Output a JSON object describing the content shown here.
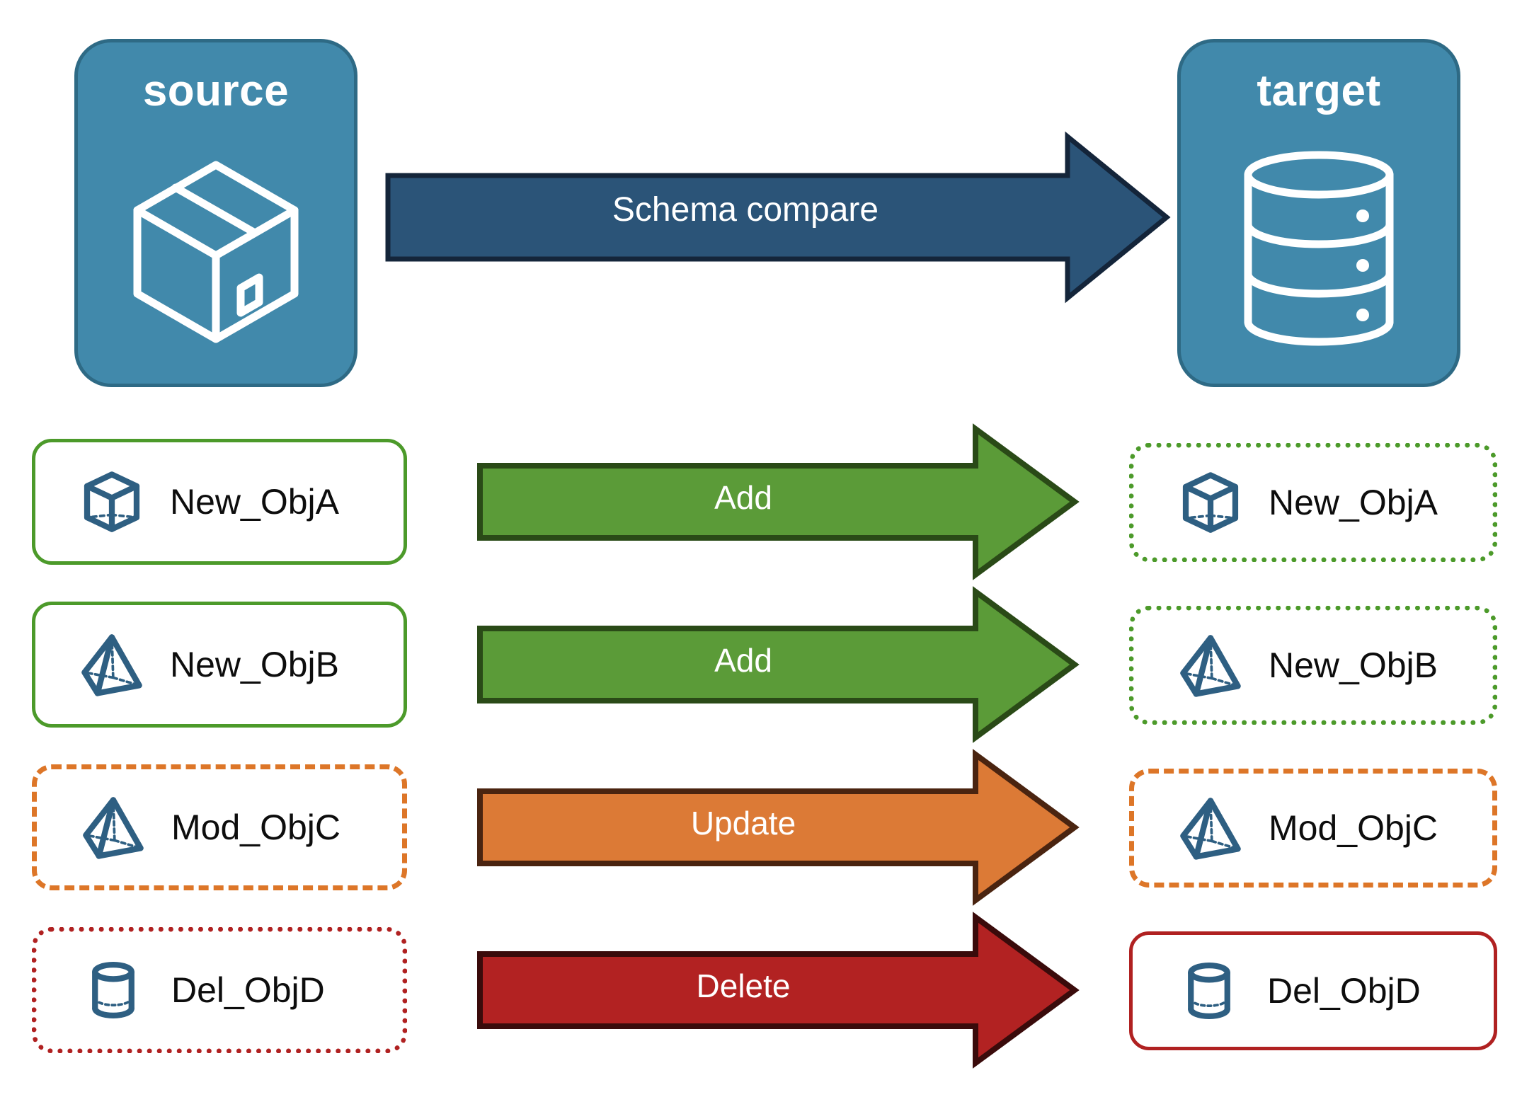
{
  "diagram": {
    "title": "Schema compare",
    "background": "#ffffff"
  },
  "endpoints": {
    "source": {
      "label": "source",
      "icon": "box-3d-icon",
      "fill": "#4189AB",
      "border": "#2E6A85"
    },
    "target": {
      "label": "target",
      "icon": "database-cylinder-icon",
      "fill": "#4189AB",
      "border": "#2E6A85"
    }
  },
  "main_arrow": {
    "label": "Schema compare",
    "fill": "#2B5478",
    "border": "#14253A",
    "text_color": "#ffffff"
  },
  "legend_colors": {
    "add": "#5B9B38",
    "add_border": "#2A4A17",
    "update": "#DC7A36",
    "update_border": "#4A2410",
    "delete": "#B22222",
    "delete_border": "#3A0B0B",
    "object_icon": "#2E5F82",
    "green_box": "#4C9A2A",
    "orange_box": "#DD7628",
    "red_box": "#B02121"
  },
  "rows": [
    {
      "action": "Add",
      "arrow_fill": "#5B9B38",
      "arrow_border": "#2A4A17",
      "source": {
        "name": "New_ObjA",
        "icon": "cube-wireframe-icon",
        "border_color": "#4C9A2A",
        "border_style": "solid"
      },
      "target": {
        "name": "New_ObjA",
        "icon": "cube-wireframe-icon",
        "border_color": "#4C9A2A",
        "border_style": "dotted"
      }
    },
    {
      "action": "Add",
      "arrow_fill": "#5B9B38",
      "arrow_border": "#2A4A17",
      "source": {
        "name": "New_ObjB",
        "icon": "pyramid-wireframe-icon",
        "border_color": "#4C9A2A",
        "border_style": "solid"
      },
      "target": {
        "name": "New_ObjB",
        "icon": "pyramid-wireframe-icon",
        "border_color": "#4C9A2A",
        "border_style": "dotted"
      }
    },
    {
      "action": "Update",
      "arrow_fill": "#DC7A36",
      "arrow_border": "#4A2410",
      "source": {
        "name": "Mod_ObjC",
        "icon": "pyramid-wireframe-icon",
        "border_color": "#DD7628",
        "border_style": "dashed"
      },
      "target": {
        "name": "Mod_ObjC",
        "icon": "pyramid-wireframe-icon",
        "border_color": "#DD7628",
        "border_style": "dashed"
      }
    },
    {
      "action": "Delete",
      "arrow_fill": "#B22222",
      "arrow_border": "#3A0B0B",
      "source": {
        "name": "Del_ObjD",
        "icon": "cylinder-wireframe-icon",
        "border_color": "#B02121",
        "border_style": "dotted"
      },
      "target": {
        "name": "Del_ObjD",
        "icon": "cylinder-wireframe-icon",
        "border_color": "#B02121",
        "border_style": "solid"
      }
    }
  ]
}
